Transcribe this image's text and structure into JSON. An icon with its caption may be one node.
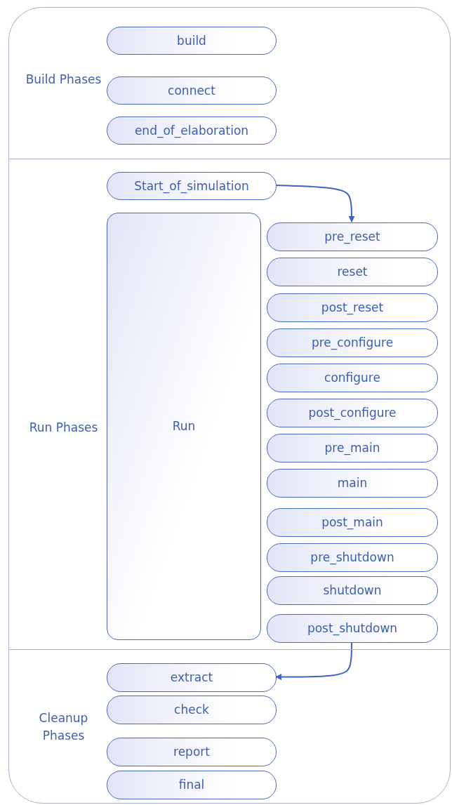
{
  "diagram": {
    "nodes": [
      {
        "text": [
          "Build Phases"
        ]
      },
      {
        "text": [
          "build"
        ],
        "in": 0
      },
      {
        "text": [
          "connect"
        ],
        "in": 0
      },
      {
        "text": [
          "end_of_elaboration"
        ],
        "in": 0
      },
      {
        "text": [
          "Run Phases"
        ]
      },
      {
        "text": [
          "Start_of_simulation"
        ],
        "in": 4
      },
      {
        "text": [
          "Run"
        ],
        "in": 4
      },
      {
        "text": [
          "pre_reset"
        ],
        "in": 4
      },
      {
        "text": [
          "reset"
        ],
        "in": 4
      },
      {
        "text": [
          "post_reset"
        ],
        "in": 4
      },
      {
        "text": [
          "pre_configure"
        ],
        "in": 4
      },
      {
        "text": [
          "configure"
        ],
        "in": 4
      },
      {
        "text": [
          "post_configure"
        ],
        "in": 4
      },
      {
        "text": [
          "pre_main"
        ],
        "in": 4
      },
      {
        "text": [
          "main"
        ],
        "in": 4
      },
      {
        "text": [
          "post_main"
        ],
        "in": 4
      },
      {
        "text": [
          "pre_shutdown"
        ],
        "in": 4
      },
      {
        "text": [
          "shutdown"
        ],
        "in": 4
      },
      {
        "text": [
          "post_shutdown"
        ],
        "in": 4
      },
      {
        "text": [
          "Cleanup Phases"
        ]
      },
      {
        "text": [
          "extract"
        ],
        "in": 19
      },
      {
        "text": [
          "check"
        ],
        "in": 19
      },
      {
        "text": [
          "report"
        ],
        "in": 19
      },
      {
        "text": [
          "final"
        ],
        "in": 19
      }
    ],
    "edges": [
      {
        "from": 5,
        "to": 7,
        "arrow": "to"
      },
      {
        "from": 18,
        "to": 20,
        "arrow": "to"
      }
    ]
  }
}
